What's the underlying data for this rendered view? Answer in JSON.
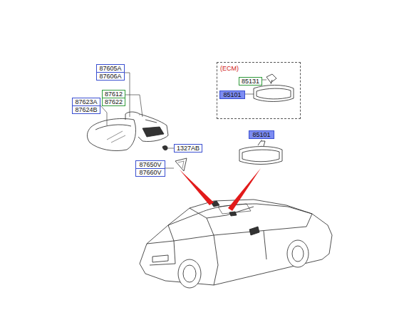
{
  "diagram": {
    "nodes": [
      {
        "text": [
          "87605A"
        ]
      },
      {
        "text": [
          "87606A"
        ]
      },
      {
        "text": [
          "87623A"
        ]
      },
      {
        "text": [
          "87624B"
        ]
      },
      {
        "text": [
          "87612"
        ]
      },
      {
        "text": [
          "87622"
        ]
      },
      {
        "text": [
          "1327AB"
        ]
      },
      {
        "text": [
          "87650V"
        ]
      },
      {
        "text": [
          "87660V"
        ]
      },
      {
        "text": [
          "(ECM)"
        ]
      },
      {
        "text": [
          "85131"
        ],
        "in": 9
      },
      {
        "text": [
          "85101"
        ],
        "in": 9
      },
      {
        "text": [
          "85101"
        ]
      }
    ]
  }
}
